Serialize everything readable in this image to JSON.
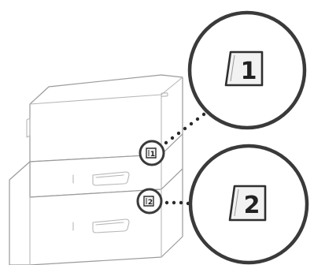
{
  "callouts": [
    {
      "id": "tray-1",
      "number": "1"
    },
    {
      "id": "tray-2",
      "number": "2"
    }
  ],
  "colors": {
    "ring": "#3a3a3a",
    "outline": "#9a9a9a",
    "label_fill": "#f2f2f2"
  }
}
